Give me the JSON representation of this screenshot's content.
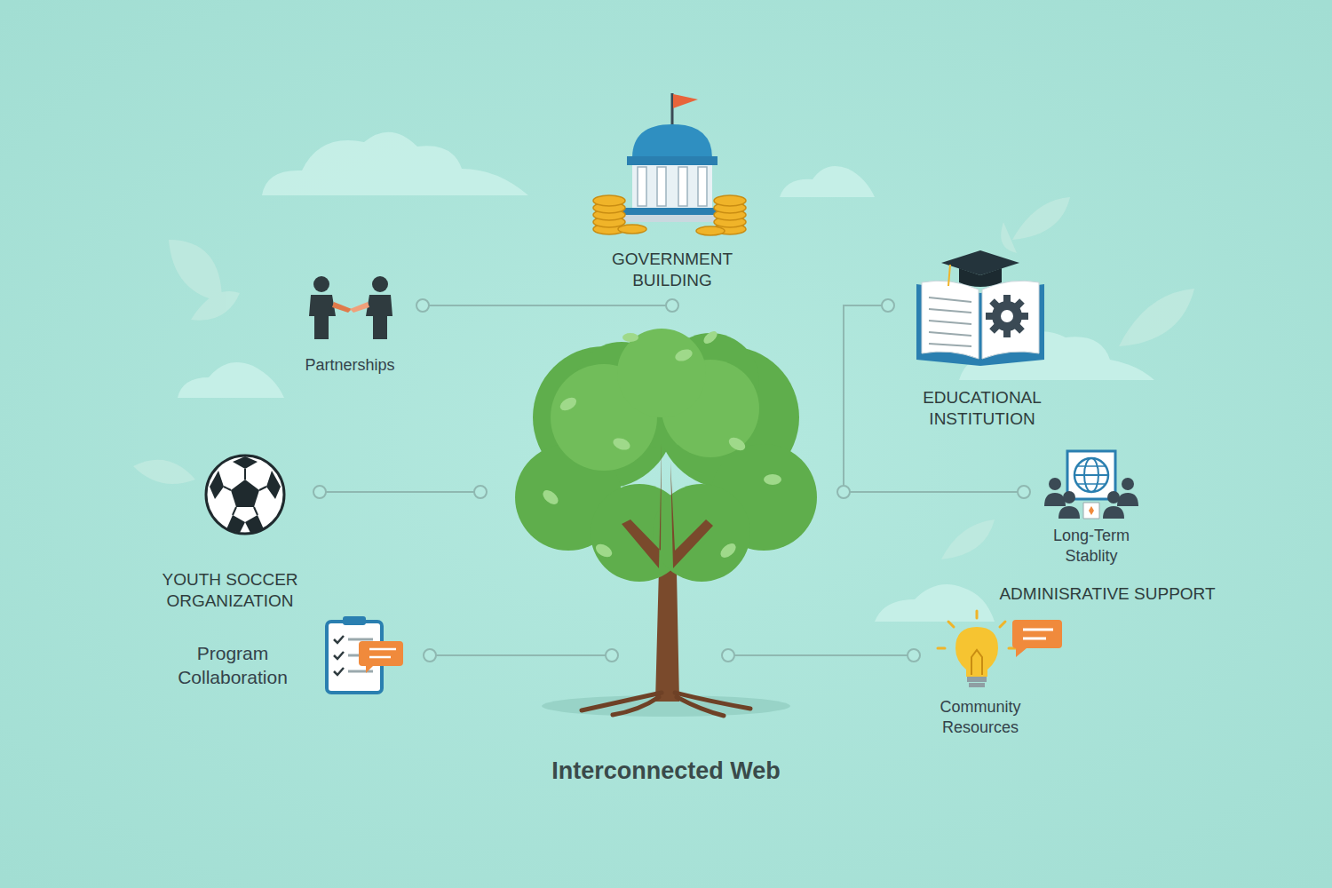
{
  "diagram": {
    "caption": "Interconnected Web",
    "labels": [
      "GOVERNMENT BUILDING",
      "Partnerships",
      "EDUCATIONAL INSTITUTION",
      "YOUTH SOCCER ORGANIZATION",
      "Program Collaboration",
      "Long-Term Stablity",
      "ADMINISRATIVE SUPPORT",
      "Community Resources"
    ]
  }
}
